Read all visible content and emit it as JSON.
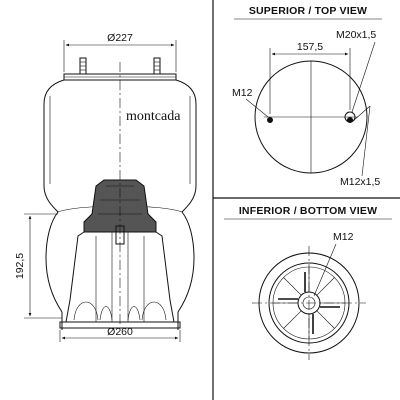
{
  "side_view": {
    "top_diameter": "Ø227",
    "bottom_diameter": "Ø260",
    "height": "192,5",
    "brand": "montcada"
  },
  "top_view": {
    "title": "SUPERIOR / TOP VIEW",
    "spacing": "157,5",
    "air_inlet": "M20x1,5",
    "left_stud": "M12",
    "right_stud": "M12x1,5"
  },
  "bottom_view": {
    "title": "INFERIOR / BOTTOM VIEW",
    "thread": "M12"
  },
  "colors": {
    "line": "#111111",
    "piston_fill": "#555555",
    "background": "#ffffff"
  }
}
